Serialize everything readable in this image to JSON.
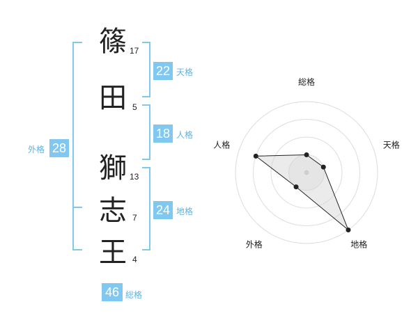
{
  "name": {
    "characters": [
      {
        "char": "篠",
        "strokes": "17"
      },
      {
        "char": "田",
        "strokes": "5"
      },
      {
        "char": "獅",
        "strokes": "13"
      },
      {
        "char": "志",
        "strokes": "7"
      },
      {
        "char": "王",
        "strokes": "4"
      }
    ]
  },
  "fortunes": {
    "tenkaku": {
      "value": "22",
      "label": "天格"
    },
    "jinkaku": {
      "value": "18",
      "label": "人格"
    },
    "chikaku": {
      "value": "24",
      "label": "地格"
    },
    "gaikaku": {
      "value": "28",
      "label": "外格"
    },
    "soukaku": {
      "value": "46",
      "label": "総格"
    }
  },
  "colors": {
    "accent": "#80c8f0",
    "accent_text": "#5bb3e6",
    "text": "#222222"
  },
  "chart_data": {
    "type": "radar",
    "axes": [
      "総格",
      "天格",
      "地格",
      "外格",
      "人格"
    ],
    "values": [
      1,
      1,
      4,
      1,
      3
    ],
    "max": 4,
    "rings": 4
  }
}
